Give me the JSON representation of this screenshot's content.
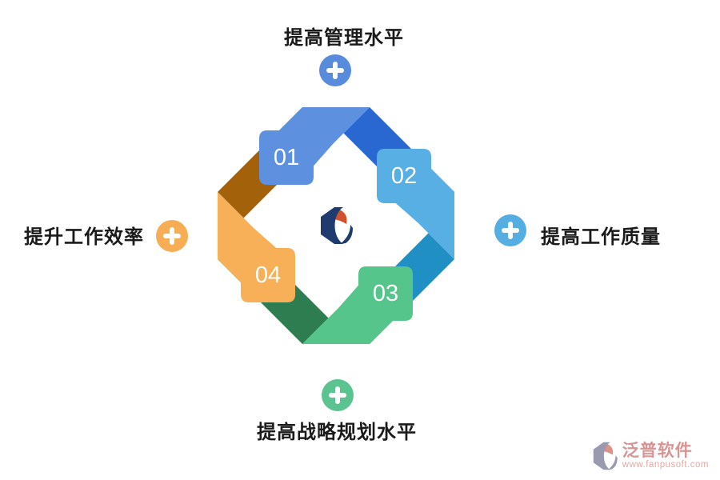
{
  "diagram": {
    "steps": [
      {
        "num": "01",
        "light": "#5E90E0",
        "dark": "#2968D1"
      },
      {
        "num": "02",
        "light": "#57AFE4",
        "dark": "#1F8FC4"
      },
      {
        "num": "03",
        "light": "#55C58C",
        "dark": "#2E7D50"
      },
      {
        "num": "04",
        "light": "#F8B058",
        "dark": "#A36109"
      }
    ],
    "labels": {
      "top": {
        "text": "提高管理水平",
        "icon_color": "#588BDB"
      },
      "right": {
        "text": "提高工作质量",
        "icon_color": "#55AEE2"
      },
      "bottom": {
        "text": "提高战略规划水平",
        "icon_color": "#5BC390"
      },
      "left": {
        "text": "提升工作效率",
        "icon_color": "#F7AD54"
      }
    },
    "center_logo": {
      "navy": "#1F3A6E",
      "red": "#D0512B"
    }
  },
  "watermark": {
    "brand": "泛普软件",
    "url": "www.fanpusoft.com",
    "brand_color": "#D89493",
    "url_color": "#E2A9A3",
    "icon_gray": "#9999AF",
    "icon_salmon": "#DB9288"
  }
}
